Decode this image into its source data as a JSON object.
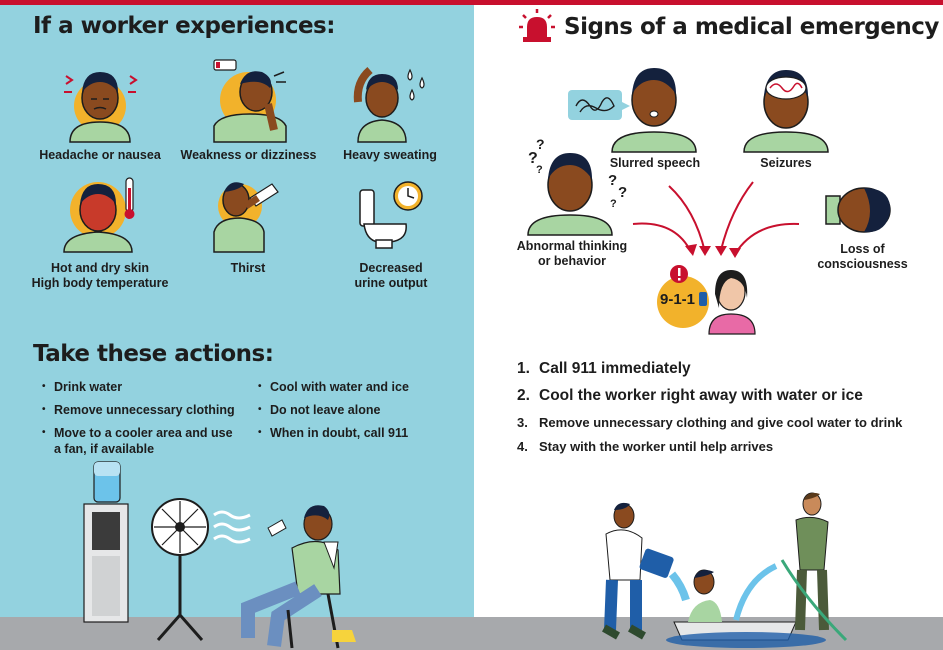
{
  "left": {
    "title": "If a worker experiences:",
    "symptoms": [
      {
        "label": "Headache or nausea",
        "icon": "headache-icon"
      },
      {
        "label": "Weakness or dizziness",
        "icon": "dizziness-icon"
      },
      {
        "label": "Heavy sweating",
        "icon": "sweating-icon"
      },
      {
        "label_line1": "Hot and dry skin",
        "label_line2": "High body temperature",
        "icon": "hot-skin-icon"
      },
      {
        "label": "Thirst",
        "icon": "thirst-icon"
      },
      {
        "label_line1": "Decreased",
        "label_line2": "urine output",
        "icon": "toilet-icon"
      }
    ],
    "actions_title": "Take these actions:",
    "actions_col1": [
      "Drink water",
      "Remove unnecessary clothing",
      "Move to a cooler area and use",
      "a fan, if available"
    ],
    "actions_col2": [
      "Cool with water and ice",
      "Do not leave alone",
      "When in doubt, call 911"
    ]
  },
  "right": {
    "title": "Signs of a medical emergency",
    "signs": {
      "slurred": "Slurred speech",
      "seizures": "Seizures",
      "abnormal_line1": "Abnormal thinking",
      "abnormal_line2": "or behavior",
      "loss_line1": "Loss of",
      "loss_line2": "consciousness"
    },
    "call_label": "9-1-1",
    "steps": [
      {
        "num": "1.",
        "text": "Call 911 immediately"
      },
      {
        "num": "2.",
        "text": "Cool the worker right away with water or ice"
      },
      {
        "num": "3.",
        "text": "Remove unnecessary clothing and give cool water to drink"
      },
      {
        "num": "4.",
        "text": "Stay with the worker until help arrives"
      }
    ]
  },
  "colors": {
    "panel_blue": "#93d2df",
    "alert_red": "#c8102e",
    "skin_dark": "#8a4a1f",
    "hair": "#14213d",
    "shirt_green": "#a8d5a2",
    "sun_yellow": "#f2b22b",
    "ground_gray": "#a7a9ac"
  }
}
